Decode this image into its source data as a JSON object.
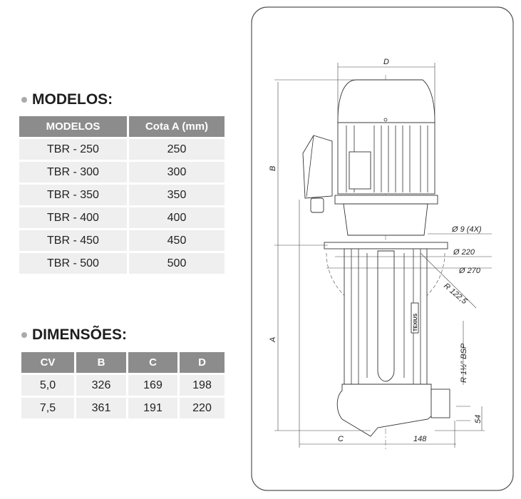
{
  "modelos": {
    "title": "MODELOS:",
    "headers": [
      "MODELOS",
      "Cota A (mm)"
    ],
    "rows": [
      [
        "TBR - 250",
        "250"
      ],
      [
        "TBR - 300",
        "300"
      ],
      [
        "TBR - 350",
        "350"
      ],
      [
        "TBR - 400",
        "400"
      ],
      [
        "TBR - 450",
        "450"
      ],
      [
        "TBR - 500",
        "500"
      ]
    ]
  },
  "dimensoes": {
    "title": "DIMENSÕES:",
    "headers": [
      "CV",
      "B",
      "C",
      "D"
    ],
    "rows": [
      [
        "5,0",
        "326",
        "169",
        "198"
      ],
      [
        "7,5",
        "361",
        "191",
        "220"
      ]
    ]
  },
  "drawing": {
    "label_d": "D",
    "label_b": "B",
    "label_a": "A",
    "label_c": "C",
    "label_148": "148",
    "label_54": "54",
    "label_holes": "Ø  9  (4X)",
    "label_220": "Ø  220",
    "label_270": "Ø  270",
    "label_r": "R 122,5",
    "label_bsp": "R 1½\" BSP",
    "brand": "TEXIUS"
  }
}
